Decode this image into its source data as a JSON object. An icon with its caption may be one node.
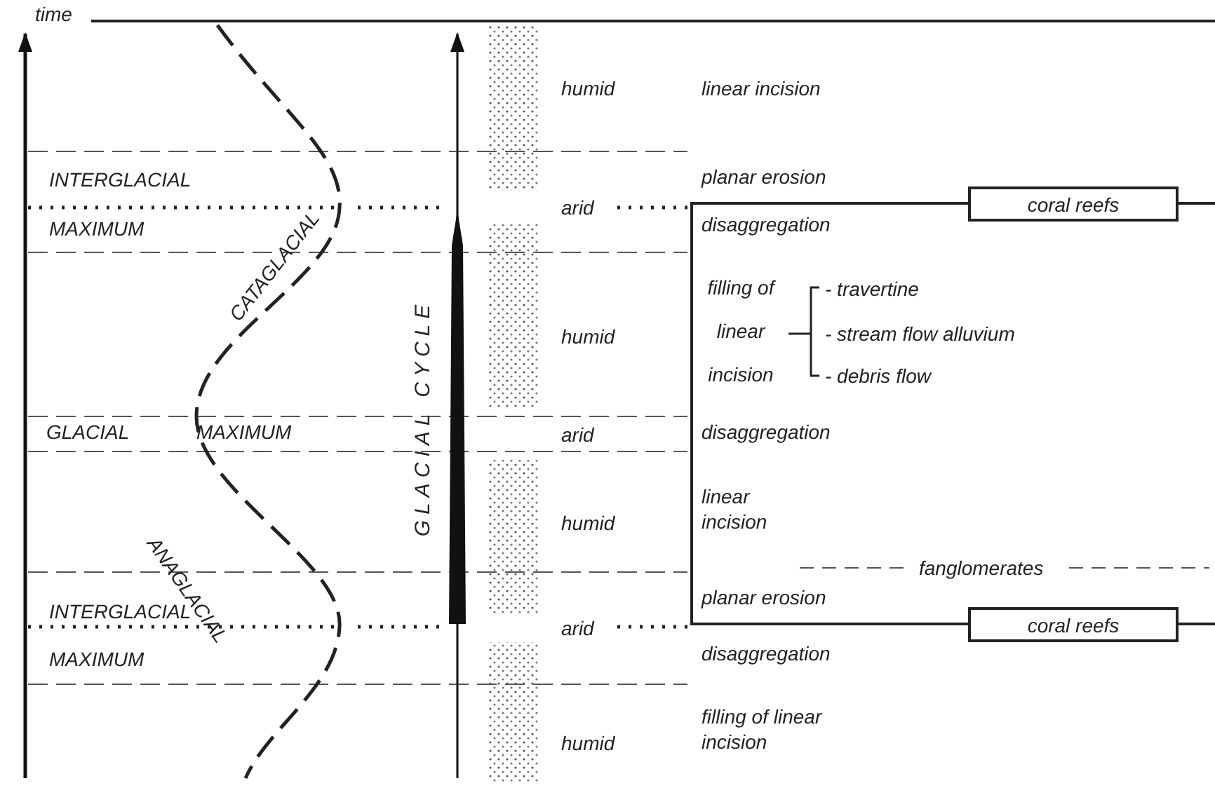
{
  "diagram": {
    "nodes": [
      {
        "text": [
          "coral reefs"
        ]
      },
      {
        "text": [
          "coral reefs"
        ]
      }
    ],
    "edges": [
      {
        "from": 0,
        "to": 1,
        "arrow": "none"
      }
    ],
    "labels": [
      "time",
      "humid",
      "linear incision",
      "INTERGLACIAL",
      "planar erosion",
      "arid",
      "MAXIMUM",
      "disaggregation",
      "CATAGLACIAL",
      "filling of linear incision",
      "humid",
      "- travertine",
      "- stream flow alluvium",
      "- debris flow",
      "GLACIAL CYCLE",
      "GLACIAL",
      "MAXIMUM",
      "arid",
      "disaggregation",
      "humid",
      "linear incision",
      "ANAGLACIAL",
      "fanglomerates",
      "INTERGLACIAL",
      "planar erosion",
      "arid",
      "MAXIMUM",
      "disaggregation",
      "humid",
      "filling of linear incision"
    ]
  }
}
